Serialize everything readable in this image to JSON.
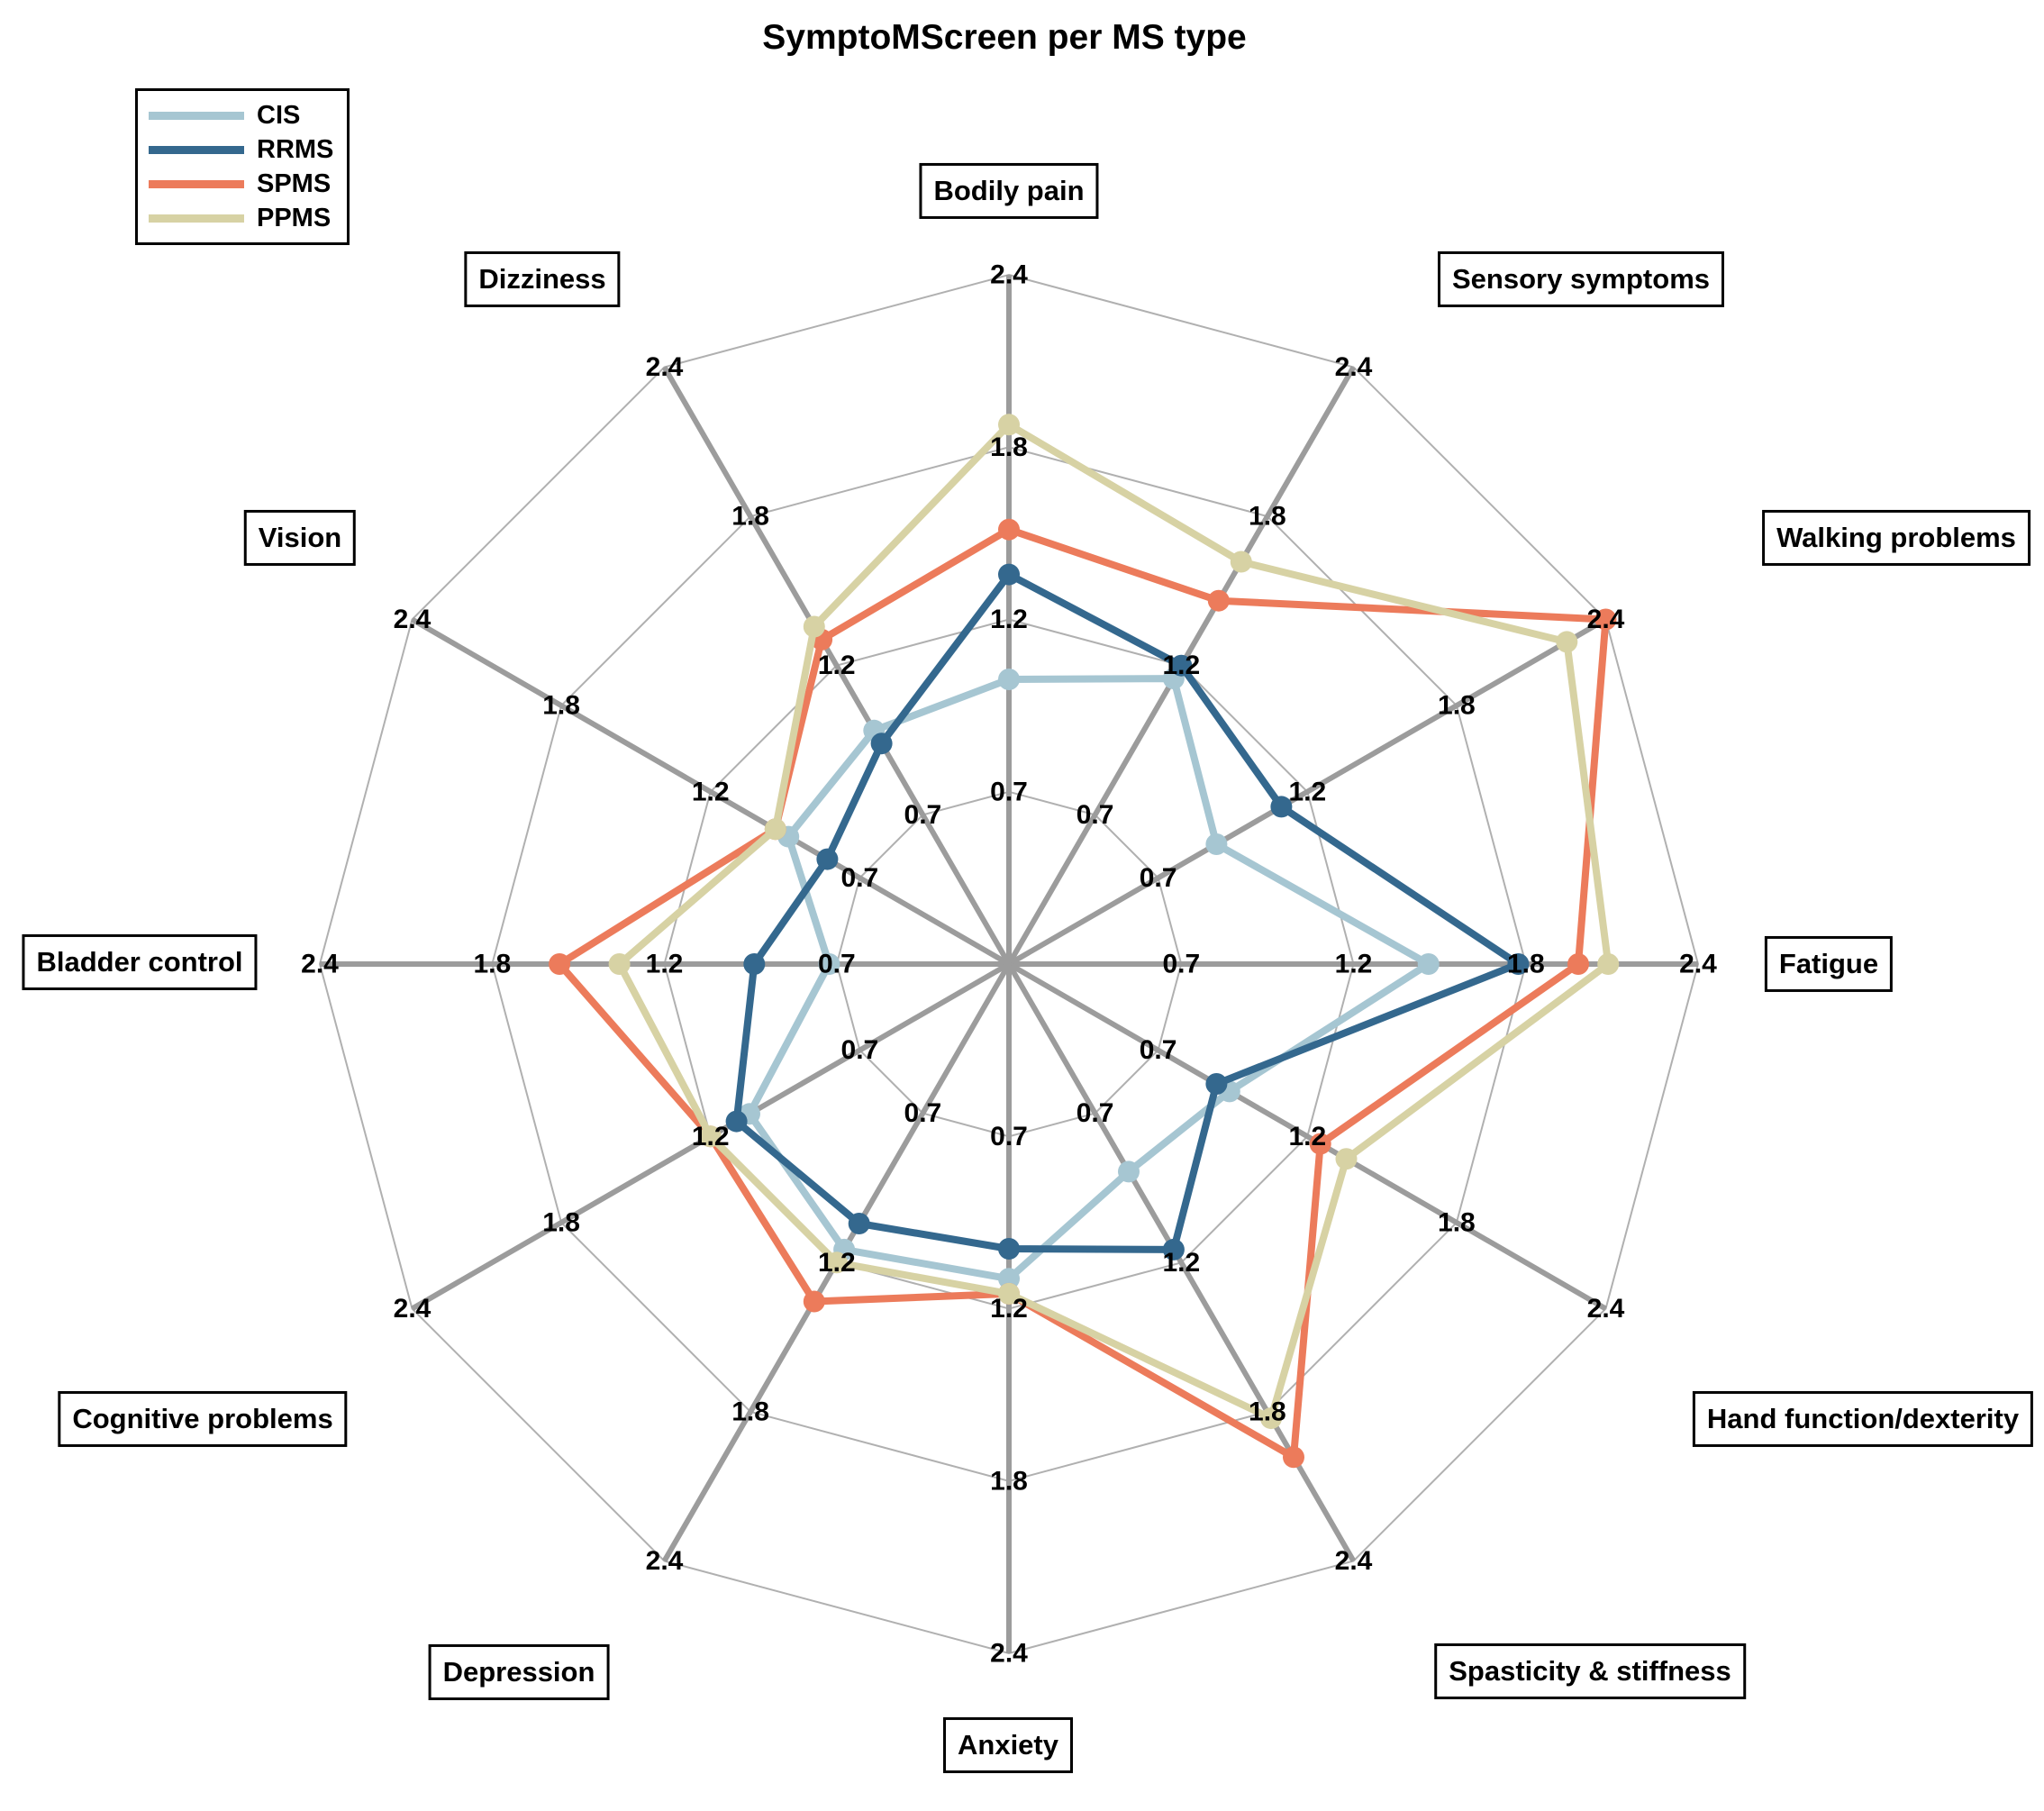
{
  "chart_data": {
    "type": "radar",
    "title": "SymptoMScreen per MS type",
    "categories": [
      "Bodily pain",
      "Sensory symptoms",
      "Walking problems",
      "Fatigue",
      "Hand function/dexterity",
      "Spasticity & stiffness",
      "Anxiety",
      "Depression",
      "Cognitive problems",
      "Bladder control",
      "Vision",
      "Dizziness"
    ],
    "ring_tick_labels": [
      "0.7",
      "1.2",
      "1.8",
      "2.4"
    ],
    "ring_fractions": [
      0.25,
      0.5,
      0.75,
      1.0
    ],
    "scale": {
      "center_value": 0.1,
      "max_value": 2.4
    },
    "grid": {
      "spoke_color": "#9c9c9c",
      "ring_color": "#b0b0b0"
    },
    "legend_position": "top-left",
    "series": [
      {
        "name": "CIS",
        "color": "#a6c6d2",
        "values": [
          1.05,
          1.2,
          0.9,
          1.5,
          0.95,
          0.9,
          1.15,
          1.2,
          1.1,
          0.7,
          0.95,
          1.0
        ]
      },
      {
        "name": "RRMS",
        "color": "#34688e",
        "values": [
          1.4,
          1.25,
          1.15,
          1.8,
          0.9,
          1.2,
          1.05,
          1.1,
          1.15,
          0.95,
          0.8,
          0.95
        ]
      },
      {
        "name": "SPMS",
        "color": "#ec7b5b",
        "values": [
          1.55,
          1.5,
          2.4,
          2.0,
          1.3,
          2.0,
          1.2,
          1.4,
          1.25,
          1.6,
          1.0,
          1.35
        ]
      },
      {
        "name": "PPMS",
        "color": "#d7d2a4",
        "values": [
          1.9,
          1.65,
          2.25,
          2.1,
          1.4,
          1.85,
          1.2,
          1.25,
          1.25,
          1.4,
          1.0,
          1.4
        ]
      }
    ]
  }
}
